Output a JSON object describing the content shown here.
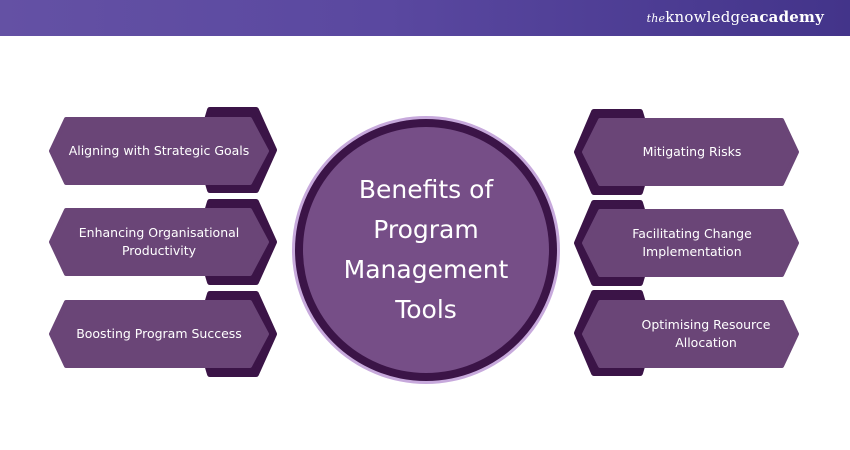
{
  "header": {
    "brand": {
      "prefix": "the",
      "name_regular": "knowledge",
      "name_bold": "academy"
    }
  },
  "diagram": {
    "center_title": "Benefits of Program Management Tools",
    "left_items": [
      {
        "label": "Aligning with Strategic Goals"
      },
      {
        "label": "Enhancing Organisational Productivity"
      },
      {
        "label": "Boosting Program Success"
      }
    ],
    "right_items": [
      {
        "label": "Mitigating Risks"
      },
      {
        "label": "Facilitating Change Implementation"
      },
      {
        "label": "Optimising Resource Allocation"
      }
    ]
  },
  "colors": {
    "header_start": "#6451a4",
    "header_end": "#43348a",
    "hex_fill": "#6a4577",
    "hex_shadow": "#3b1447",
    "circle_fill": "#764e87",
    "circle_border": "#3b1447",
    "circle_ring": "#c7a9dc"
  }
}
